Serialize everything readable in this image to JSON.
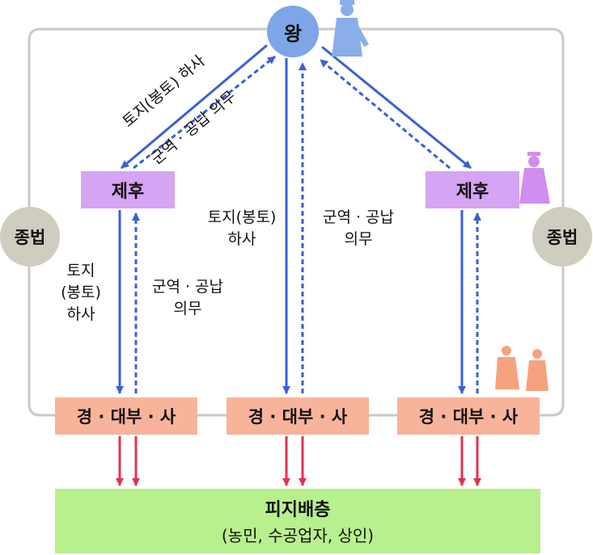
{
  "nodes": {
    "king": "왕",
    "lord_left": "제후",
    "lord_right": "제후",
    "noble_1": "경 · 대부 · 사",
    "noble_2": "경 · 대부 · 사",
    "noble_3": "경 · 대부 · 사",
    "clan_left": "종법",
    "clan_right": "종법",
    "subjects_title": "피지배층",
    "subjects_sub": "(농민, 수공업자, 상인)"
  },
  "labels": {
    "diag_grant": "토지(봉토) 하사",
    "diag_duty": "군역 · 공납 의무",
    "center_grant_1": "토지(봉토)",
    "center_grant_2": "하사",
    "center_duty_1": "군역 · 공납",
    "center_duty_2": "의무",
    "left_grant_1": "토지",
    "left_grant_2": "(봉토)",
    "left_grant_3": "하사",
    "left_duty_1": "군역 · 공납",
    "left_duty_2": "의무"
  },
  "colors": {
    "king": "#7ea6e6",
    "lord": "#d5a4f2",
    "noble": "#f7b49b",
    "clan": "#cfcdc0",
    "subjects": "#b9f08e",
    "arrow_blue": "#3a5fd6",
    "arrow_red": "#e03252",
    "frame": "#c9c9c9"
  }
}
